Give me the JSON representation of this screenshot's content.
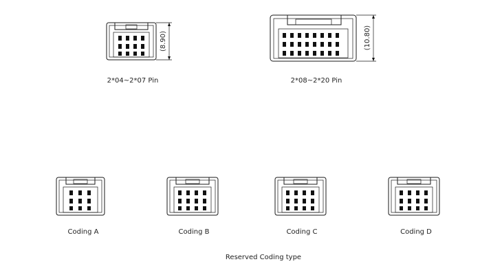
{
  "top": {
    "small": {
      "label": "2*04~2*07 Pin",
      "dimension": "(8.90)",
      "pin_columns": 4
    },
    "large": {
      "label": "2*08~2*20 Pin",
      "dimension": "(10.80)",
      "pin_columns": 8
    }
  },
  "coding": [
    {
      "label": "Coding A",
      "pin_columns": 3
    },
    {
      "label": "Coding B",
      "pin_columns": 4
    },
    {
      "label": "Coding C",
      "pin_columns": 4
    },
    {
      "label": "Coding D",
      "pin_columns": 4
    }
  ],
  "caption": "Reserved Coding type"
}
